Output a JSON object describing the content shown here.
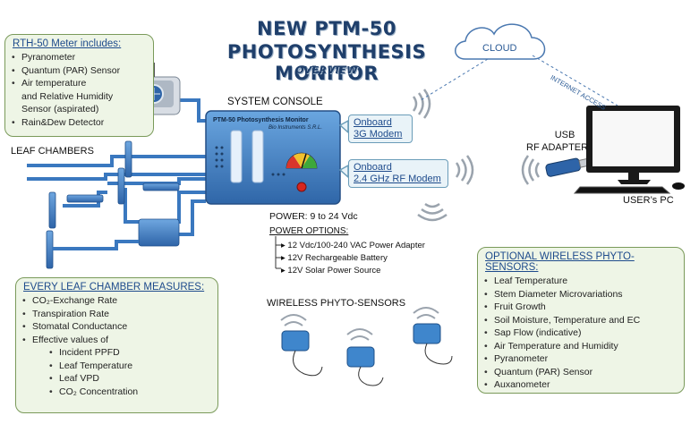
{
  "title": {
    "line1": "NEW PTM-50",
    "line2": "PHOTOSYNTHESIS MONITOR",
    "line3": "OVERVIEW"
  },
  "rth_box": {
    "heading": "RTH-50 Meter includes:",
    "items": [
      "Pyranometer",
      "Quantum (PAR) Sensor",
      "Air temperature",
      "and Relative Humidity",
      "Sensor (aspirated)",
      "Rain&Dew Detector"
    ]
  },
  "console": {
    "label": "SYSTEM CONSOLE",
    "device_title": "PTM-50 Photosynthesis Monitor",
    "device_brand": "Bio Instruments S.R.L."
  },
  "modem_3g": {
    "line1": "Onboard",
    "line2": "3G Modem"
  },
  "modem_rf": {
    "line1": "Onboard",
    "line2": "2.4 GHz RF Modem"
  },
  "cloud": {
    "label": "CLOUD",
    "link_label": "INTERNET ACCESS"
  },
  "usb": {
    "line1": "USB",
    "line2": "RF ADAPTER"
  },
  "pc": {
    "label": "USER’s PC"
  },
  "leaf_chambers": {
    "label": "LEAF CHAMBERS"
  },
  "power": {
    "label": "POWER:  9 to 24 Vdc",
    "options_heading": "POWER OPTIONS:",
    "options": [
      "12 Vdc/100-240 VAC Power Adapter",
      "12V Rechargeable Battery",
      "12V Solar Power Source"
    ]
  },
  "wireless": {
    "label": "WIRELESS PHYTO-SENSORS"
  },
  "leaf_box": {
    "heading": "EVERY LEAF CHAMBER MEASURES:",
    "items": [
      "CO₂-Exchange Rate",
      "Transpiration Rate",
      "Stomatal Conductance",
      "Effective values of"
    ],
    "sub_items": [
      "Incident PPFD",
      "Leaf Temperature",
      "Leaf VPD",
      "CO₂ Concentration"
    ]
  },
  "optional_box": {
    "heading": "OPTIONAL WIRELESS PHYTO-SENSORS:",
    "items": [
      "Leaf Temperature",
      "Stem Diameter Microvariations",
      "Fruit Growth",
      "Soil Moisture, Temperature and EC",
      "Sap Flow (indicative)",
      "Air Temperature and Humidity",
      "Pyranometer",
      "Quantum (PAR) Sensor",
      "Auxanometer"
    ]
  },
  "colors": {
    "console_blue": "#3f7fc0",
    "cable_blue": "#3a78bf",
    "box_green": "#eef5e6"
  }
}
